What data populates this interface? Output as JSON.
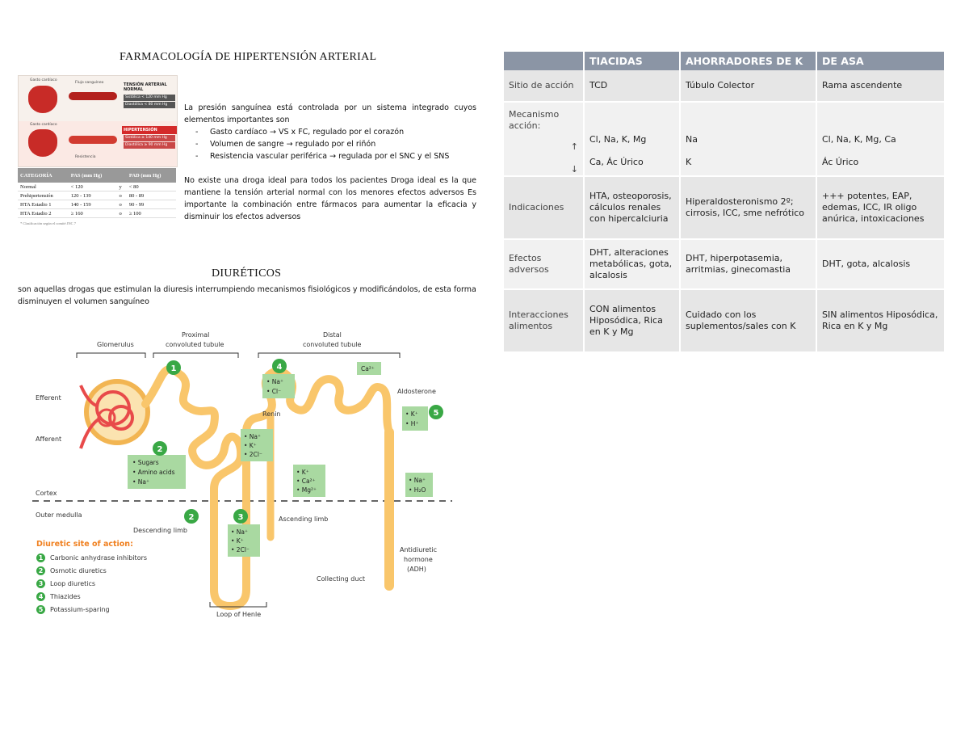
{
  "main_title": "FARMACOLOGÍA DE HIPERTENSIÓN ARTERIAL",
  "intro": {
    "p1": "La presión sanguínea está controlada por un sistema integrado cuyos elementos importantes son",
    "bullets": [
      "Gasto cardíaco → VS x FC, regulado por el corazón",
      "Volumen de sangre → regulado por el riñón",
      "Resistencia vascular periférica → regulada por el SNC y el SNS"
    ],
    "p2": "No existe una droga ideal para todos los pacientes Droga ideal es la que mantiene la tensión arterial normal con los menores efectos adversos Es importante la combinación entre fármacos para aumentar la eficacia y disminuir los efectos adversos"
  },
  "thumbnail": {
    "normal_title": "TENSIÓN ARTERIAL NORMAL",
    "normal_lines": [
      "Sistólica < 120 mm Hg",
      "Diastólica < 80 mm Hg"
    ],
    "high_title": "HIPERTENSIÓN",
    "high_lines": [
      "Sistólica ≥ 140 mm Hg",
      "Diastólica ≥ 90 mm Hg"
    ],
    "top_labels": [
      "Gasto cardíaco",
      "Flujo sanguíneo"
    ],
    "bottom_labels": [
      "Gasto cardíaco",
      "Resistencia"
    ]
  },
  "bp_table": {
    "headers": [
      "CATEGORÍA",
      "PAS (mm Hg)",
      "",
      "PAD (mm Hg)"
    ],
    "rows": [
      [
        "Normal",
        "< 120",
        "y",
        "< 80"
      ],
      [
        "Prehipertensión",
        "120 - 139",
        "o",
        "80 - 89"
      ],
      [
        "HTA Estadio 1",
        "140 - 159",
        "o",
        "90 - 99"
      ],
      [
        "HTA Estadio 2",
        "≥ 160",
        "o",
        "≥ 100"
      ]
    ],
    "footnote": "* Clasificación según el comité JNC 7"
  },
  "diureticos": {
    "title": "DIURÉTICOS",
    "text": "son aquellas drogas que estimulan la diuresis interrumpiendo mecanismos fisiológicos y modificándolos, de esta forma disminuyen el volumen sanguíneo"
  },
  "diagram": {
    "labels": {
      "glomerulus": "Glomerulus",
      "proximal": "Proximal",
      "proximal2": "convoluted tubule",
      "distal": "Distal",
      "distal2": "convoluted tubule",
      "efferent": "Efferent",
      "afferent": "Afferent",
      "renin": "Renin",
      "aldosterone": "Aldosterone",
      "cortex": "Cortex",
      "outer_medulla": "Outer medulla",
      "descending": "Descending limb",
      "ascending": "Ascending limb",
      "adh1": "Antidiuretic",
      "adh2": "hormone",
      "adh3": "(ADH)",
      "collecting": "Collecting duct",
      "loop": "Loop of Henle"
    },
    "boxes": {
      "b2": [
        "• Sugars",
        "• Amino acids",
        "• Na⁺"
      ],
      "b4": [
        "• Na⁺",
        "• Cl⁻"
      ],
      "ca": "Ca²⁺",
      "b5": [
        "• K⁺",
        "• H⁺"
      ],
      "b3top": [
        "• Na⁺",
        "• K⁺",
        "• 2Cl⁻"
      ],
      "b3mid": [
        "• K⁺",
        "• Ca²⁺",
        "• Mg²⁺"
      ],
      "b3low": [
        "• Na⁺",
        "• K⁺",
        "• 2Cl⁻"
      ],
      "badh": [
        "• Na⁺",
        "• H₂O"
      ]
    },
    "numbers": [
      "1",
      "2",
      "2",
      "3",
      "4",
      "5"
    ],
    "legend_title": "Diuretic site of action:",
    "legend": [
      {
        "n": "1",
        "t": "Carbonic anhydrase inhibitors"
      },
      {
        "n": "2",
        "t": "Osmotic diuretics"
      },
      {
        "n": "3",
        "t": "Loop diuretics"
      },
      {
        "n": "4",
        "t": "Thiazides"
      },
      {
        "n": "5",
        "t": "Potassium-sparing"
      }
    ]
  },
  "drug_table": {
    "headers": [
      "",
      "TIACIDAS",
      "AHORRADORES DE K",
      "DE ASA"
    ],
    "sitio": {
      "label": "Sitio de acción",
      "c1": "TCD",
      "c2": "Túbulo Colector",
      "c3": "Rama ascendente"
    },
    "mecanismo": {
      "label": "Mecanismo acción:",
      "up_arrow": "↑",
      "down_arrow": "↓",
      "up": [
        "Cl, Na, K, Mg",
        "Na",
        "Cl, Na, K, Mg, Ca"
      ],
      "down": [
        "Ca, Ác Úrico",
        "K",
        "Ác Úrico"
      ]
    },
    "indicaciones": {
      "label": "Indicaciones",
      "c1": "HTA, osteoporosis, cálculos renales con hipercalciuria",
      "c2": "Hiperaldosteronismo 2º; cirrosis, ICC, sme nefrótico",
      "c3": "+++ potentes, EAP, edemas, ICC, IR oligo anúrica, intoxicaciones"
    },
    "efectos": {
      "label": "Efectos adversos",
      "c1": "DHT, alteraciones metabólicas, gota, alcalosis",
      "c2": "DHT, hiperpotasemia, arritmias, ginecomastia",
      "c3": "DHT, gota, alcalosis"
    },
    "interacciones": {
      "label": "Interacciones alimentos",
      "c1": "CON alimentos Hiposódica, Rica en K y Mg",
      "c2": "Cuidado con los suplementos/sales con K",
      "c3": "SIN alimentos Hiposódica, Rica en K y Mg"
    }
  },
  "colors": {
    "header": "#8b95a5",
    "tubule": "#f9c66b",
    "box": "#a9d9a1",
    "number": "#39a845",
    "legend_title": "#f08020"
  }
}
